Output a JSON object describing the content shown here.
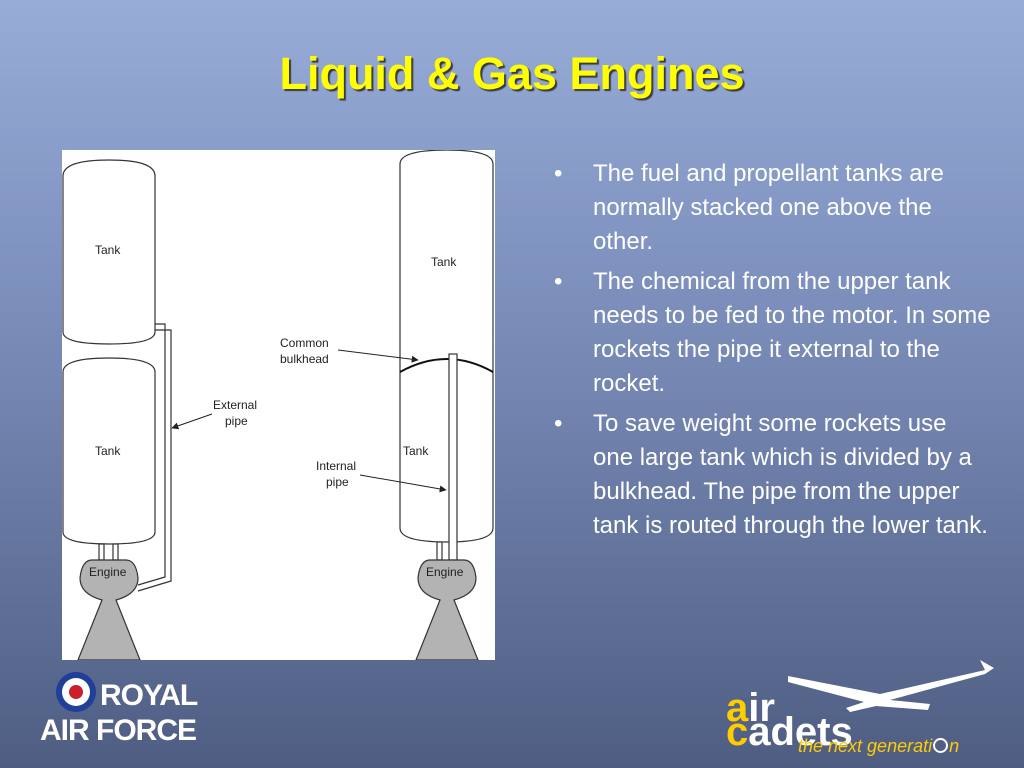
{
  "slide": {
    "title": "Liquid & Gas Engines",
    "bullets": [
      "The fuel and propellant tanks are normally stacked one above the other.",
      "The chemical from the upper tank needs to be fed to the motor.  In some rockets the pipe it external to the rocket.",
      "To save weight some rockets use one large tank which is divided by a bulkhead.   The pipe from the upper tank is routed through the lower tank."
    ],
    "bullet_glyph": "•"
  },
  "diagram": {
    "left_rocket": {
      "upper_tank": "Tank",
      "lower_tank": "Tank",
      "engine": "Engine",
      "pipe_label_line1": "External",
      "pipe_label_line2": "pipe"
    },
    "right_rocket": {
      "tank_upper": "Tank",
      "tank_lower": "Tank",
      "engine": "Engine",
      "bulkhead_label_line1": "Common",
      "bulkhead_label_line2": "bulkhead",
      "pipe_label_line1": "Internal",
      "pipe_label_line2": "pipe"
    }
  },
  "logos": {
    "raf_line1": "ROYAL",
    "raf_line2": "AIR FORCE",
    "cadets_a": "a",
    "cadets_ir": "ir",
    "cadets_c": "c",
    "cadets_adets": "adets",
    "cadets_tagline_1": "the next generati",
    "cadets_tagline_2": "n"
  },
  "colors": {
    "title": "#ffff00",
    "text": "#ffffff",
    "cadets_accent": "#ffcc00",
    "roundel_blue": "#1f3f99",
    "roundel_red": "#cc1f2d"
  }
}
